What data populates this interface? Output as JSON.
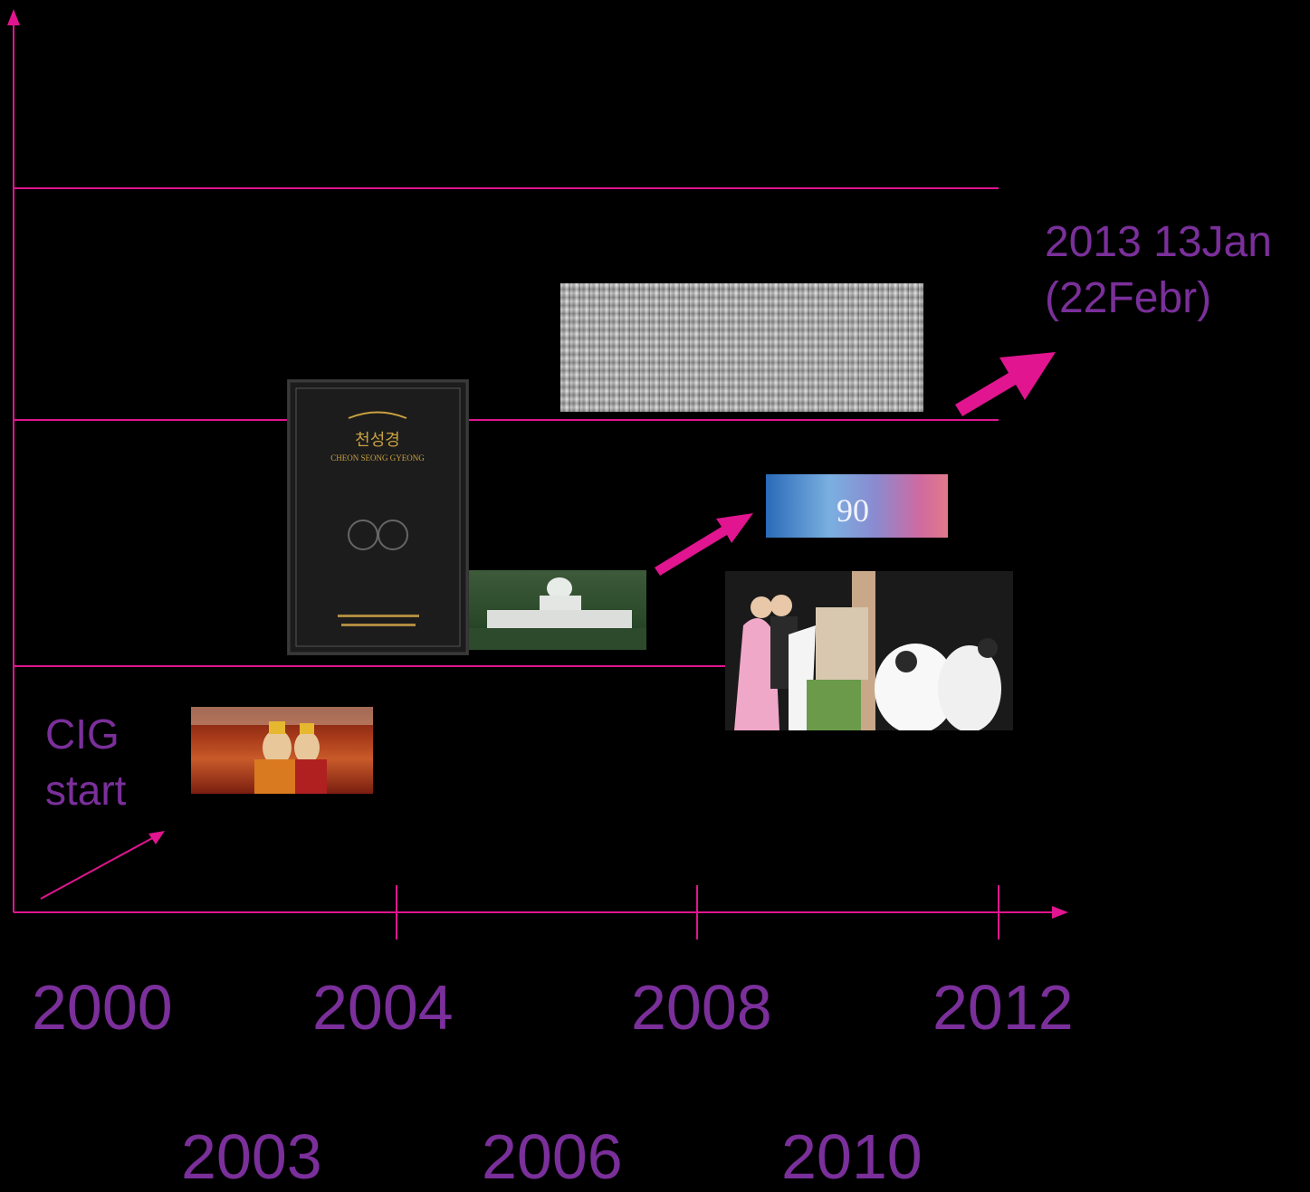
{
  "years_top": [
    "2000",
    "2004",
    "2008",
    "2012"
  ],
  "years_bottom": [
    "2003",
    "2006",
    "2010"
  ],
  "cig_label": [
    "CIG",
    "start"
  ],
  "future_label": [
    "2013 13Jan",
    "(22Febr)"
  ],
  "book": {
    "korean_title": "천성경",
    "english_title": "CHEON SEONG GYEONG"
  },
  "colors": {
    "background": "#000000",
    "axis": "#e0158f",
    "label_text": "#7a2f9a",
    "arrow": "#e0158f"
  }
}
